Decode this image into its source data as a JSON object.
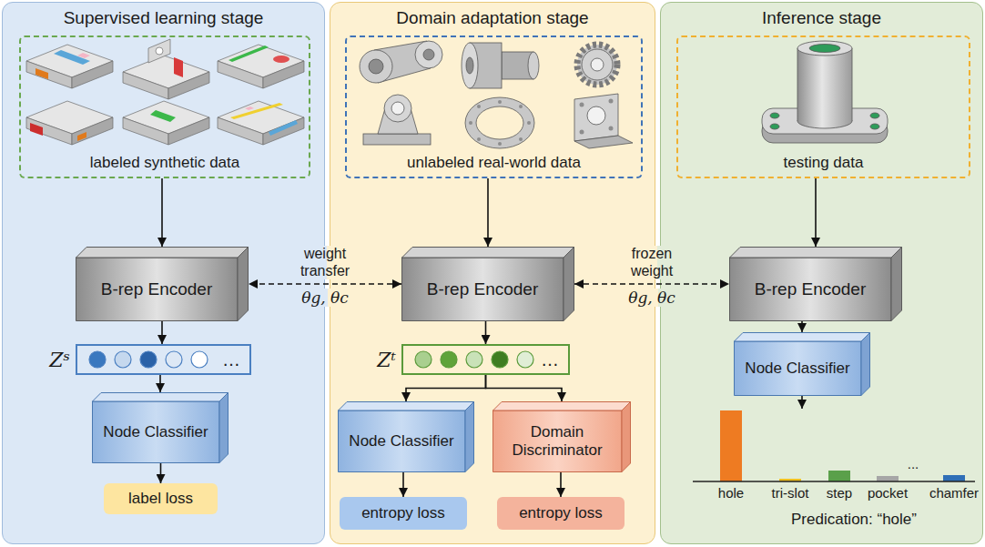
{
  "diagram": {
    "nodes": [
      {
        "text": [
          "Supervised learning stage"
        ]
      },
      {
        "text": [
          "labeled synthetic data"
        ],
        "in": 0
      },
      {
        "text": [
          "B-rep Encoder"
        ],
        "in": 0
      },
      {
        "text": [
          "Zˢ",
          "…"
        ],
        "in": 0
      },
      {
        "text": [
          "Node Classifier"
        ],
        "in": 0
      },
      {
        "text": [
          "label loss"
        ],
        "in": 0
      },
      {
        "text": [
          "Domain adaptation stage"
        ]
      },
      {
        "text": [
          "unlabeled real-world data"
        ],
        "in": 6
      },
      {
        "text": [
          "B-rep Encoder"
        ],
        "in": 6
      },
      {
        "text": [
          "Zᵗ",
          "…"
        ],
        "in": 6
      },
      {
        "text": [
          "Node Classifier"
        ],
        "in": 6
      },
      {
        "text": [
          "Domain Discriminator"
        ],
        "in": 6
      },
      {
        "text": [
          "entropy loss"
        ],
        "in": 6
      },
      {
        "text": [
          "entropy loss"
        ],
        "in": 6
      },
      {
        "text": [
          "Inference stage"
        ]
      },
      {
        "text": [
          "testing data"
        ],
        "in": 14
      },
      {
        "text": [
          "B-rep Encoder"
        ],
        "in": 14
      },
      {
        "text": [
          "Node Classifier"
        ],
        "in": 14
      },
      {
        "text": [
          "hole",
          "tri-slot",
          "step",
          "pocket",
          "...",
          "chamfer",
          "Predication: “hole”"
        ],
        "in": 14
      }
    ],
    "edges": [
      {
        "from": 1,
        "to": 2,
        "arrow": "to"
      },
      {
        "from": 2,
        "to": 3,
        "arrow": "to"
      },
      {
        "from": 3,
        "to": 4,
        "arrow": "to"
      },
      {
        "from": 4,
        "to": 5,
        "arrow": "to"
      },
      {
        "from": 8,
        "to": 2,
        "arrow": "both",
        "label": "weight transfer"
      },
      {
        "from": 7,
        "to": 8,
        "arrow": "to"
      },
      {
        "from": 8,
        "to": 9,
        "arrow": "to"
      },
      {
        "from": 9,
        "to": 10,
        "arrow": "to"
      },
      {
        "from": 9,
        "to": 11,
        "arrow": "to"
      },
      {
        "from": 10,
        "to": 12,
        "arrow": "to"
      },
      {
        "from": 11,
        "to": 13,
        "arrow": "to"
      },
      {
        "from": 8,
        "to": 16,
        "arrow": "both",
        "label": "frozen weight"
      },
      {
        "from": 15,
        "to": 16,
        "arrow": "to"
      },
      {
        "from": 16,
        "to": 17,
        "arrow": "to"
      },
      {
        "from": 17,
        "to": 18,
        "arrow": "to"
      }
    ],
    "labels": [
      "θg, θc",
      "θg, θc"
    ]
  }
}
